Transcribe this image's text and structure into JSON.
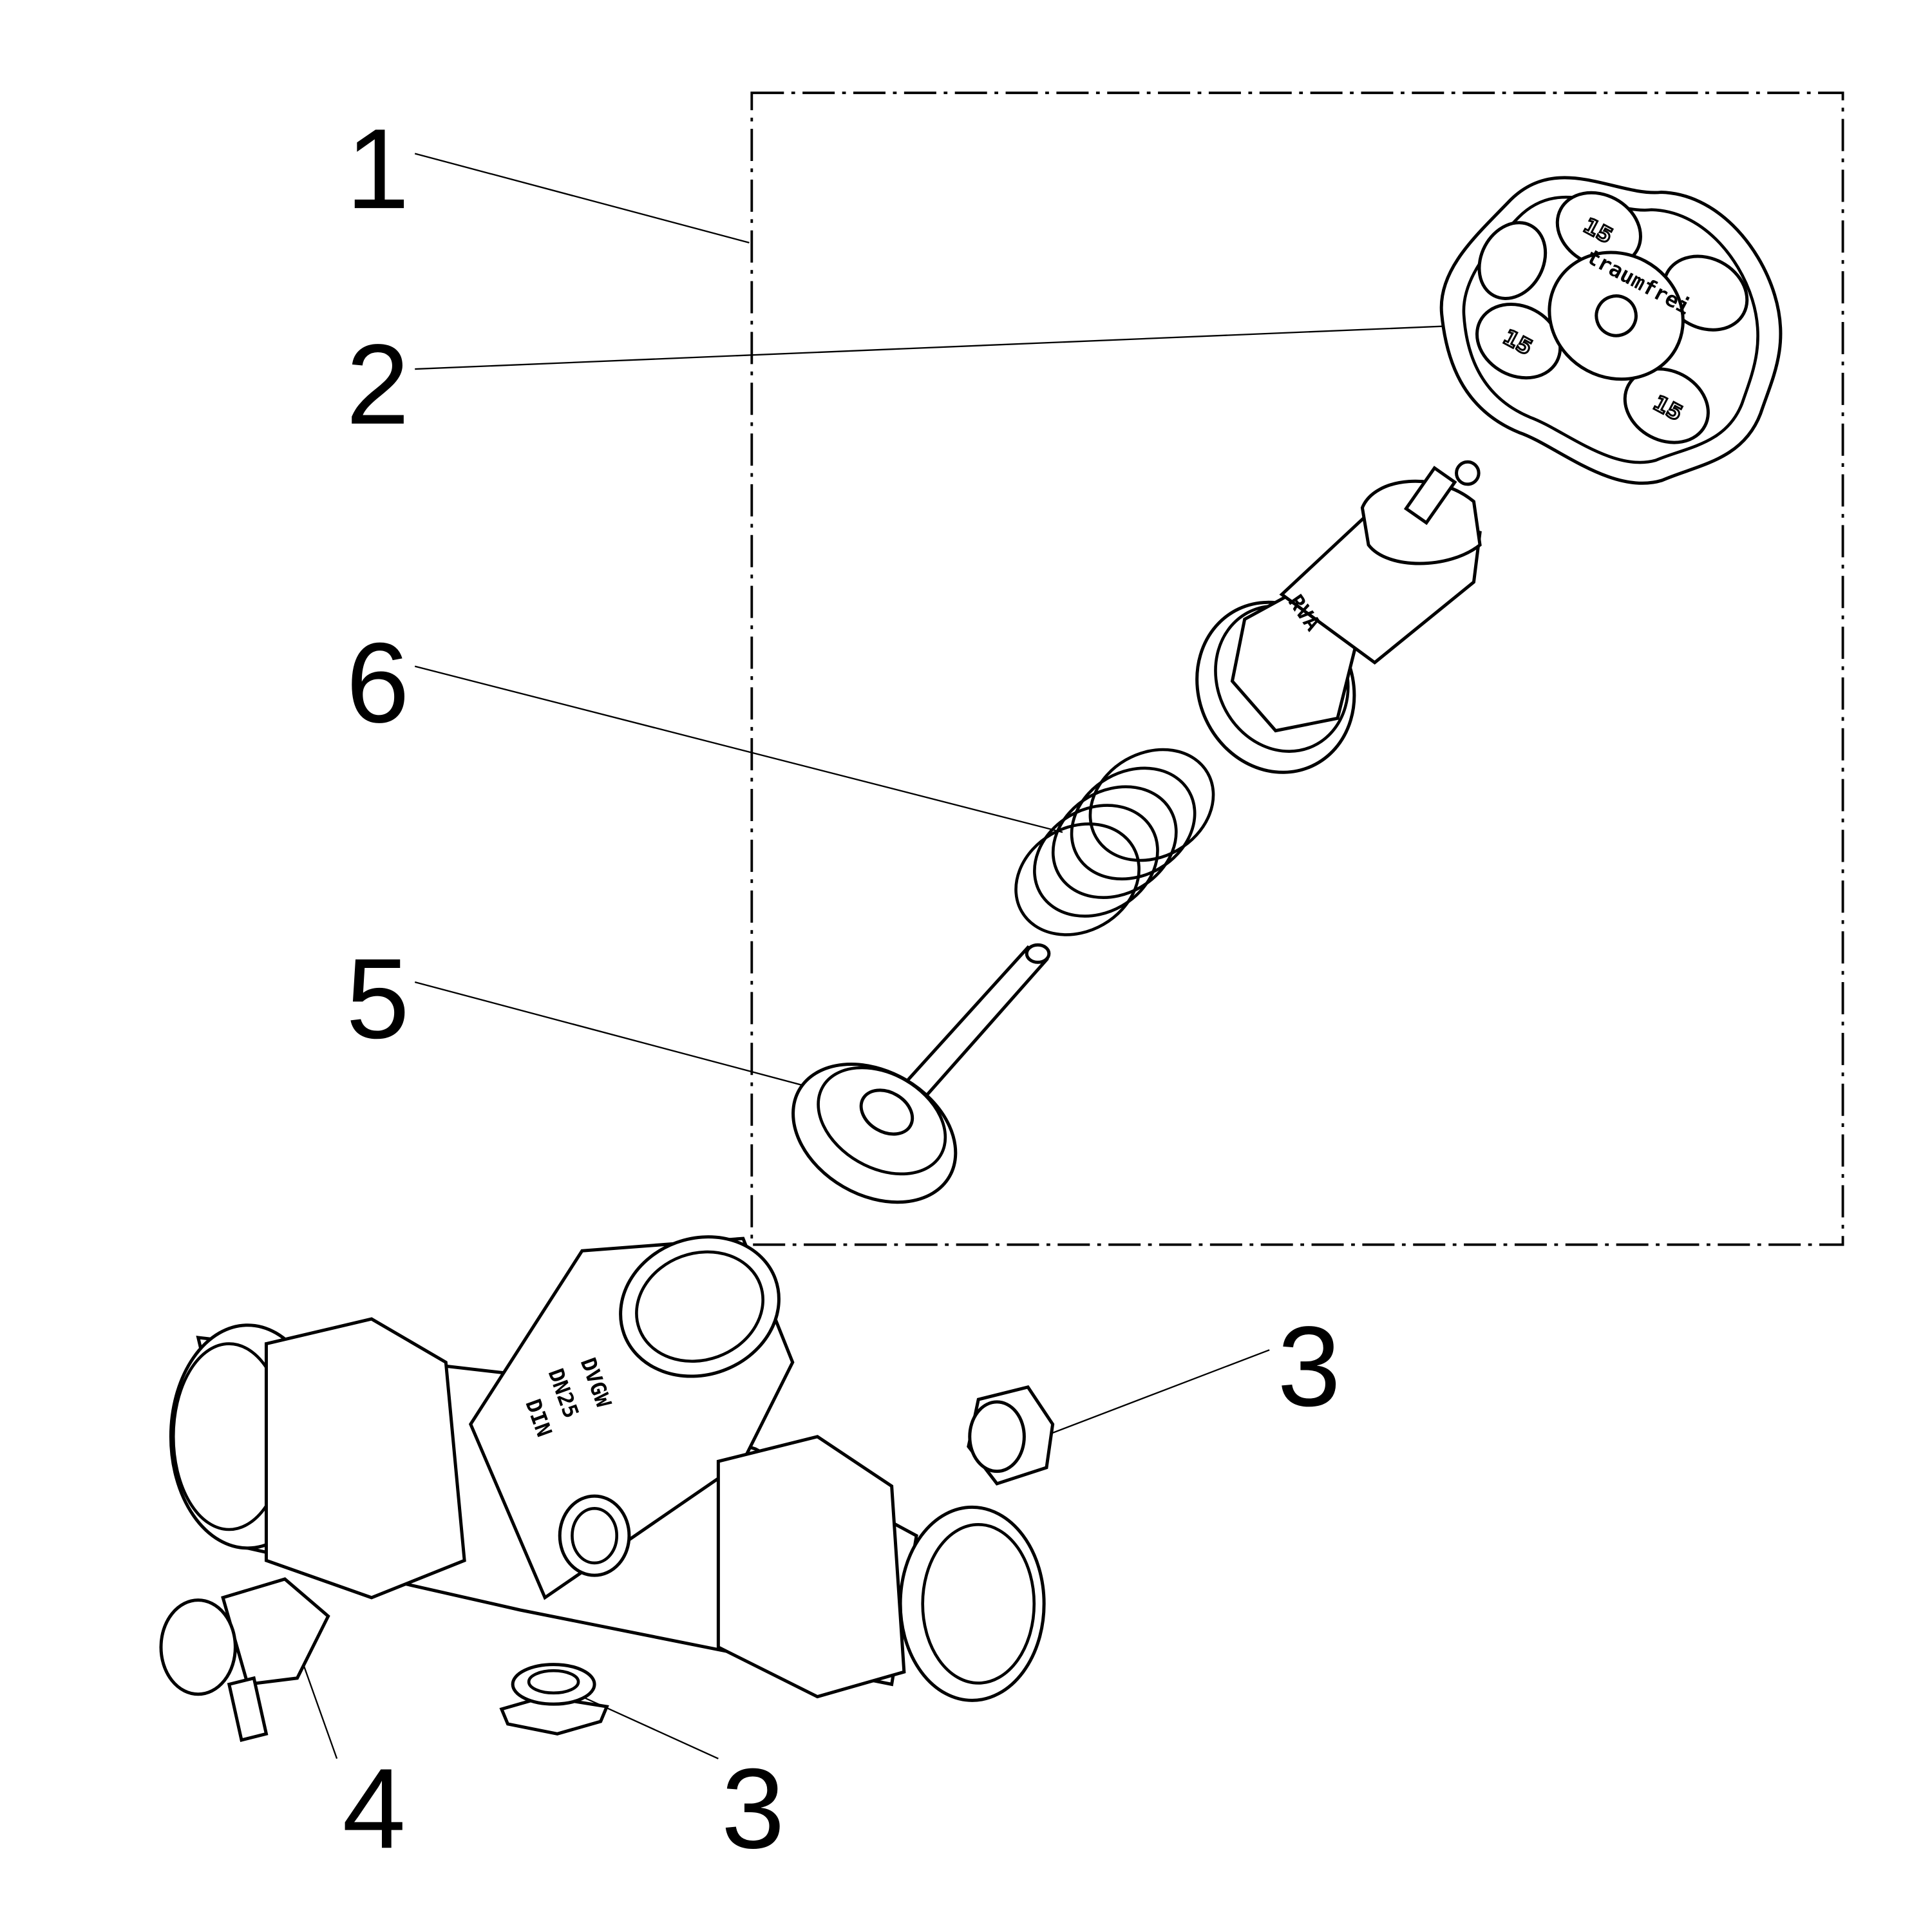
{
  "diagram": {
    "callouts": [
      {
        "id": "callout-1",
        "label": "1",
        "part": "assembly-box"
      },
      {
        "id": "callout-2",
        "label": "2",
        "part": "handwheel"
      },
      {
        "id": "callout-6",
        "label": "6",
        "part": "spring"
      },
      {
        "id": "callout-5",
        "label": "5",
        "part": "valve-disc"
      },
      {
        "id": "callout-3a",
        "label": "3",
        "part": "plug"
      },
      {
        "id": "callout-4",
        "label": "4",
        "part": "drain-valve"
      },
      {
        "id": "callout-3b",
        "label": "3",
        "part": "plug"
      }
    ],
    "handwheel_text": "traumfrei",
    "handwheel_logo": "15",
    "spindle_text": "RVA",
    "body_markings": [
      "DVGW",
      "DN25",
      "DIN"
    ]
  }
}
